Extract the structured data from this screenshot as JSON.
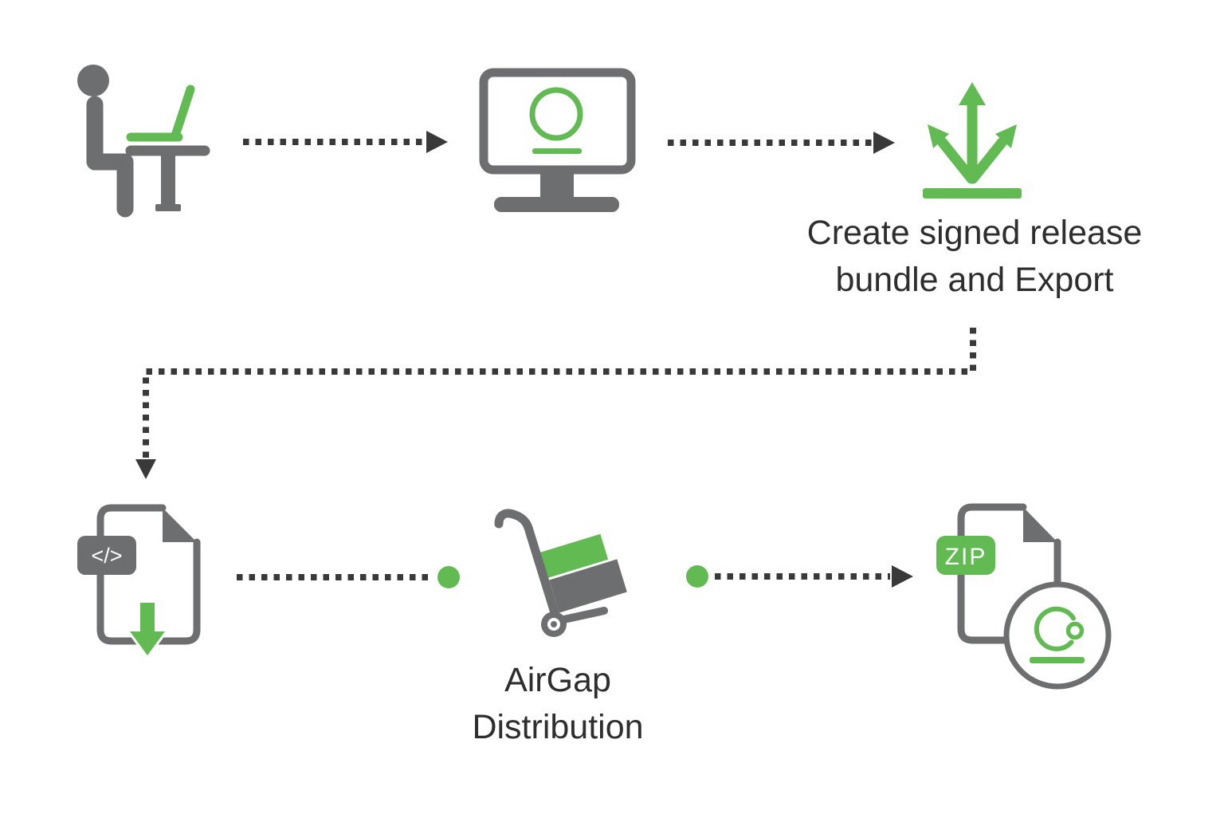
{
  "colors": {
    "green": "#62ba53",
    "gray": "#6c6e70",
    "dark": "#393939",
    "text": "#2e2e2e",
    "background": "#ffffff"
  },
  "captions": {
    "export_step": "Create signed release\nbundle and Export",
    "airgap_step": "AirGap\nDistribution"
  },
  "badges": {
    "code_file": "</>",
    "zip_file": "ZIP"
  },
  "icons": {
    "step1": "person-at-laptop-icon",
    "step2": "monitor-with-logo-icon",
    "step3": "export-arrows-icon",
    "step4": "code-file-download-icon",
    "step5": "hand-truck-icon",
    "step6": "zip-file-with-logo-icon"
  }
}
